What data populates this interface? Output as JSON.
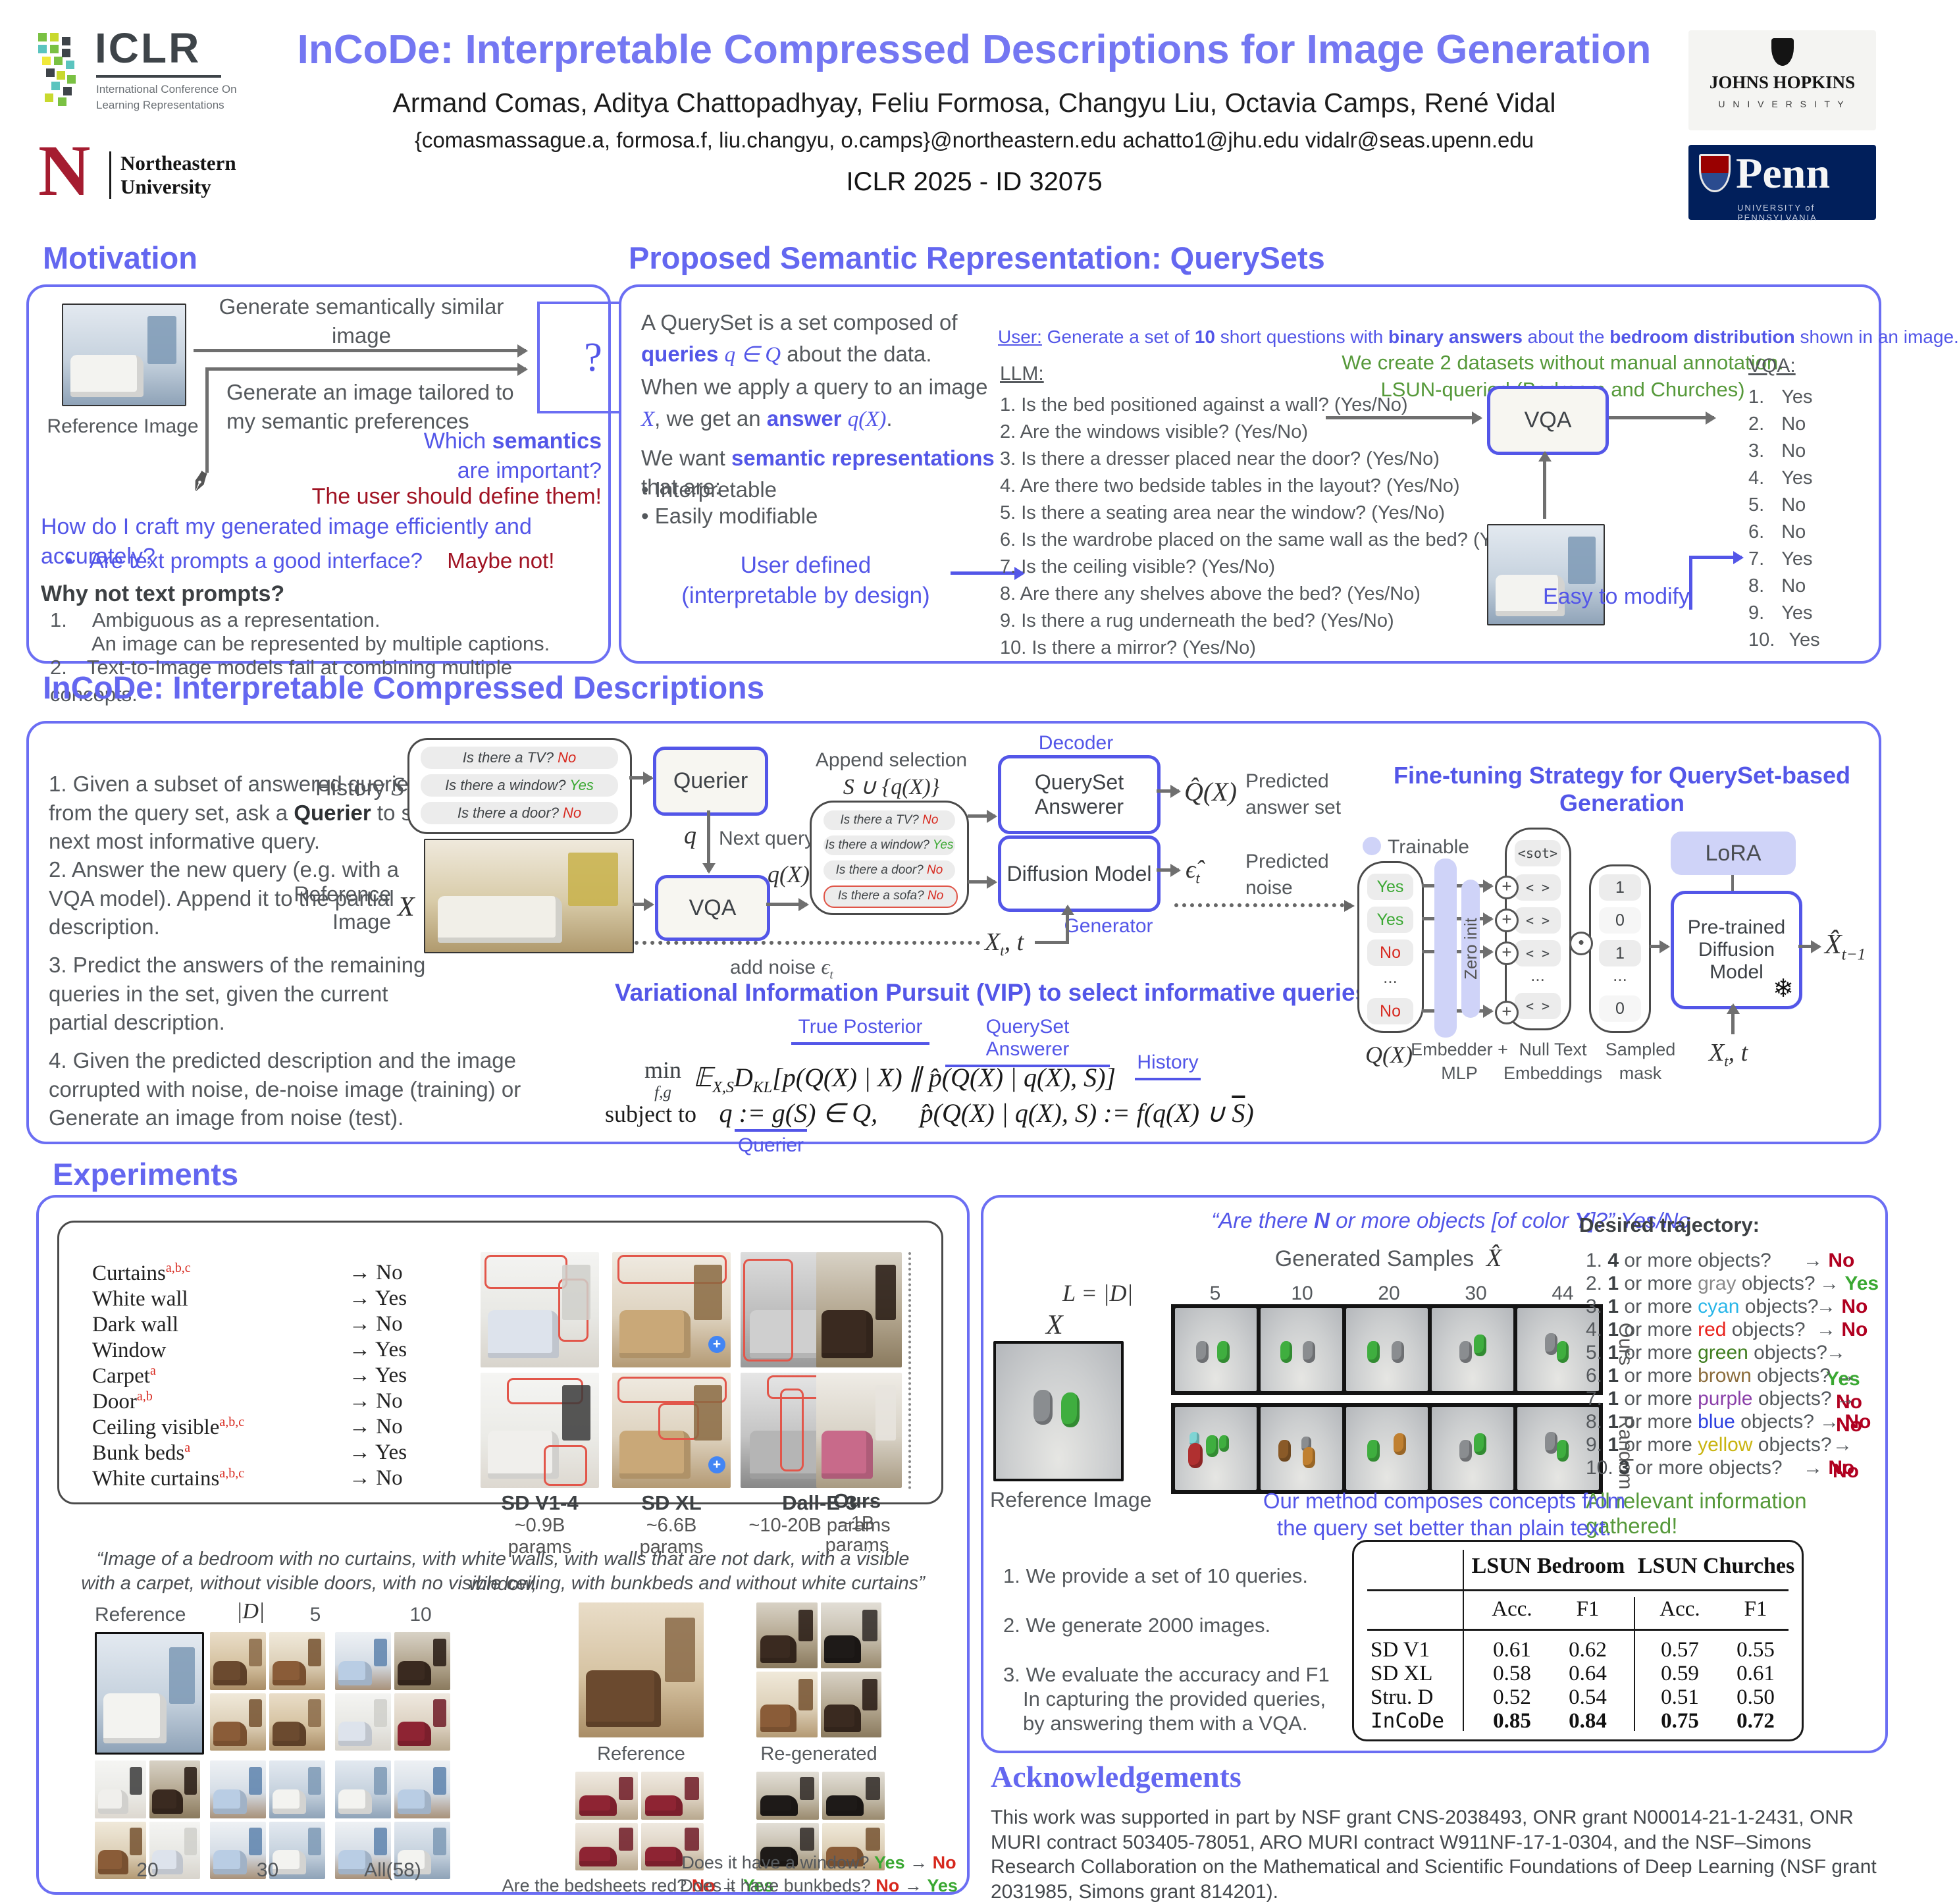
{
  "icons": {
    "arrow": "→",
    "plus": "+",
    "dot": "•",
    "pen": "✒",
    "snowflake": "❄",
    "bullet": "•",
    "upscale": "+"
  },
  "header": {
    "title": "InCoDe: Interpretable Compressed Descriptions for Image Generation",
    "authors": "Armand Comas, Aditya Chattopadhyay, Feliu Formosa, Changyu Liu, Octavia Camps, René Vidal",
    "emails": "{comasmassague.a, formosa.f, liu.changyu, o.camps}@northeastern.edu achatto1@jhu.edu vidalr@seas.upenn.edu",
    "conference": "ICLR 2025 - ID 32075",
    "iclr": {
      "name": "ICLR",
      "sub1": "International Conference On",
      "sub2": "Learning Representations"
    },
    "neu": {
      "n": "N",
      "line1": "Northeastern",
      "line2": "University"
    },
    "jhu": {
      "line1": "JOHNS HOPKINS",
      "line2": "U N I V E R S I T Y"
    },
    "penn": {
      "name": "Penn",
      "sub": "UNIVERSITY of PENNSYLVANIA"
    }
  },
  "motivation": {
    "heading": "Motivation",
    "arrow1": "Generate semantically similar image",
    "arrow2": "Generate an image tailored to my semantic preferences",
    "ref_label": "Reference Image",
    "qmark": "?",
    "which_pre": "Which ",
    "which_bold": "semantics",
    "which_post": "are important?",
    "define": "The user should define them!",
    "craft": "How do I craft my generated image efficiently and accurately?",
    "bullet_q": "Are text prompts a good interface?",
    "maybe": "Maybe not!",
    "why": "Why not text prompts?",
    "n1": "1.",
    "p1a": "Ambiguous as a representation.",
    "p1b": "An image can be represented by multiple captions.",
    "n2": "2.",
    "p2": "Text-to-Image models fail at combining multiple concepts."
  },
  "querysets": {
    "heading": "Proposed Semantic Representation: QuerySets",
    "intro": {
      "p1": "A QuerySet is a set composed of ",
      "p2": "queries",
      "p3": "q ∈ Q",
      "p4": " about the data. When we apply a query to an image ",
      "p5": "X",
      "p6": ", we get an ",
      "p7": "answer",
      "p8": " ",
      "p9": "q(X)",
      "p10": "."
    },
    "want": {
      "p1": "We want ",
      "p2": "semantic representations",
      "p3": " that are:"
    },
    "b1": "Interpretable",
    "b2": "Easily modifiable",
    "userdef1": "User defined",
    "userdef2": "(interpretable by design)",
    "prompt": {
      "u": "User:",
      "p1": " Generate a set of ",
      "b1": "10",
      "p2": " short questions with ",
      "b2": "binary answers",
      "p3": " about the ",
      "b3": "bedroom distribution",
      "p4": " shown in an image."
    },
    "llm": "LLM:",
    "questions": [
      "1. Is the bed positioned against a wall? (Yes/No)",
      "2. Are the windows visible? (Yes/No)",
      "3. Is there a dresser placed near the door? (Yes/No)",
      "4. Are there two bedside tables in the layout? (Yes/No)",
      "5. Is there a seating area near the window? (Yes/No)",
      "6. Is the wardrobe placed on the same wall as the bed? (Yes/No)",
      "7. Is the ceiling visible? (Yes/No)",
      "8. Are there any shelves above the bed? (Yes/No)",
      "9. Is there a rug underneath the bed? (Yes/No)",
      "10. Is there a mirror? (Yes/No)"
    ],
    "note1": "We create 2 datasets without manual annotation.",
    "note2": "LSUN-queried (Bedroom and Churches)",
    "vqa": "VQA",
    "vqa_h": "VQA:",
    "ans": [
      {
        "n": "1.",
        "v": "Yes"
      },
      {
        "n": "2.",
        "v": "No"
      },
      {
        "n": "3.",
        "v": "No"
      },
      {
        "n": "4.",
        "v": "Yes"
      },
      {
        "n": "5.",
        "v": "No"
      },
      {
        "n": "6.",
        "v": "No"
      },
      {
        "n": "7.",
        "v": "Yes"
      },
      {
        "n": "8.",
        "v": "No"
      },
      {
        "n": "9.",
        "v": "Yes"
      },
      {
        "n": "10.",
        "v": "Yes"
      }
    ],
    "easy": "Easy to modify"
  },
  "incode": {
    "heading": "InCoDe: Interpretable Compressed Descriptions",
    "steps": {
      "s1a": "1.  Given a subset of answered queries from the query set, ask a ",
      "s1b": "Querier",
      "s1c": " to select next most informative query.",
      "s2": "2.  Answer the new query (e.g. with a VQA model). Append it to the partial description.",
      "s3": "3.  Predict the answers of the remaining queries in the set, given the current partial description.",
      "s4": "4.  Given the predicted description and the image corrupted with noise, de-noise image (training) or Generate an image from noise (test)."
    },
    "history_label": "History",
    "S": "S",
    "hist": [
      {
        "q": "Is there a TV? ",
        "a": "No",
        "c": "#d7281e"
      },
      {
        "q": "Is there a window? ",
        "a": "Yes",
        "c": "#3aa832"
      },
      {
        "q": "Is there a door? ",
        "a": "No",
        "c": "#d7281e"
      }
    ],
    "querier": "Querier",
    "q": "q",
    "next_query": "Next query",
    "ref1": "Reference",
    "ref2": "Image",
    "X": "X",
    "vqa": "VQA",
    "qx": "q(X)",
    "append1": "Append selection",
    "append2": "S ∪ {q(X)}",
    "sel": [
      {
        "q": "Is there a TV? ",
        "a": "No",
        "c": "#d7281e"
      },
      {
        "q": "Is there a window? ",
        "a": "Yes",
        "c": "#3aa832"
      },
      {
        "q": "Is there a door? ",
        "a": "No",
        "c": "#d7281e"
      },
      {
        "q": "Is there a sofa? ",
        "a": "No",
        "c": "#d7281e"
      }
    ],
    "decoder": "Decoder",
    "qsa": "QuerySet Answerer",
    "qhat": "Q̂(X)",
    "pred_ans1": "Predicted",
    "pred_ans2": "answer set",
    "diffusion": "Diffusion Model",
    "ehat": "ϵ̂",
    "ehat_sub": "t",
    "pred_noise1": "Predicted",
    "pred_noise2": "noise",
    "generator": "Generator",
    "add_noise": "add noise ",
    "eps": "ϵ",
    "eps_sub": "t",
    "xt": "X",
    "xt_sub": "t",
    "xt_rest": ", t",
    "vip": {
      "heading": "Variational Information Pursuit (VIP) to select informative queries",
      "true_post": "True Posterior",
      "qsa": "QuerySet Answerer",
      "history": "History",
      "querier": "Querier",
      "min": "min",
      "minsub": "f,g",
      "E": "𝔼",
      "Esub": "X,S",
      "D": "D",
      "Dsub": "KL",
      "t1": "[p(Q(X) | X) ∥ ",
      "t2": "p̂(Q(X) | q(X), S)]",
      "st": "subject to",
      "c1": "q := g(S) ∈ Q,",
      "c2a": "p̂(Q(X) | q(X), S) := f(q(X) ∪ ",
      "c2b": "S",
      "c2c": ")"
    },
    "ft": {
      "heading": "Fine-tuning Strategy for QuerySet-based Generation",
      "trainable": "Trainable",
      "qx_answers": [
        {
          "t": "Yes",
          "c": "#3aa832"
        },
        {
          "t": "Yes",
          "c": "#3aa832"
        },
        {
          "t": "No",
          "c": "#d7281e"
        },
        {
          "t": "...",
          "c": "#555555"
        },
        {
          "t": "No",
          "c": "#d7281e"
        }
      ],
      "zero_init": "Zero init",
      "sot": "<sot>",
      "tok": "< >",
      "dots": "...",
      "mask": [
        "1",
        "0",
        "1",
        "...",
        "0"
      ],
      "lora": "LoRA",
      "ptdm1": "Pre-trained",
      "ptdm2": "Diffusion",
      "ptdm3": "Model",
      "xhat": "X̂",
      "xhat_sub": "t−1",
      "xt": "X",
      "xt_sub": "t",
      "xt_rest": ", t",
      "lab_qx": "Q(X)",
      "lab_emb1": "Embedder +",
      "lab_emb2": "MLP",
      "lab_null1": "Null Text",
      "lab_null2": "Embeddings",
      "lab_mask1": "Sampled",
      "lab_mask2": "mask"
    }
  },
  "experiments": {
    "heading": "Experiments",
    "attrs": [
      {
        "n": "Curtains",
        "s": "a,b,c",
        "v": "No"
      },
      {
        "n": "White wall",
        "s": "",
        "v": "Yes"
      },
      {
        "n": "Dark wall",
        "s": "",
        "v": "No"
      },
      {
        "n": "Window",
        "s": "",
        "v": "Yes"
      },
      {
        "n": "Carpet",
        "s": "a",
        "v": "Yes"
      },
      {
        "n": "Door",
        "s": "a,b",
        "v": "No"
      },
      {
        "n": "Ceiling visible",
        "s": "a,b,c",
        "v": "No"
      },
      {
        "n": "Bunk beds",
        "s": "a",
        "v": "Yes"
      },
      {
        "n": "White curtains",
        "s": "a,b,c",
        "v": "No"
      }
    ],
    "models": [
      {
        "n": "SD V1-4",
        "p": "~0.9B params"
      },
      {
        "n": "SD XL",
        "p": "~6.6B params"
      },
      {
        "n": "Dall-E 3",
        "p": "~10-20B params"
      },
      {
        "n": "Ours",
        "p": "~1B params"
      }
    ],
    "quote1": "“Image of a bedroom with no curtains, with white walls, with walls that are not dark, with a visible window,",
    "quote2": "with a carpet, without visible doors, with no visible ceiling, with bunkbeds and without white curtains”",
    "g": {
      "reference": "Reference",
      "d": "|D|",
      "c5": "5",
      "c10": "10",
      "c20": "20",
      "c30": "30",
      "call": "All(58)"
    },
    "pair": {
      "ref": "Reference",
      "regen": "Re-generated",
      "rows": [
        {
          "q": "Are the bedsheets red? ",
          "a1": "No",
          "c1": "#d7281e",
          "a2": "Yes",
          "c2": "#3aa832"
        },
        {
          "q": "Does it have a window? ",
          "a1": "Yes",
          "c1": "#3aa832",
          "a2": "No",
          "c2": "#d7281e"
        },
        {
          "q": "Does it have bunkbeds? ",
          "a1": "No",
          "c1": "#d7281e",
          "a2": "Yes",
          "c2": "#3aa832"
        }
      ]
    },
    "right": {
      "q": {
        "p1": "“Are there ",
        "n": "N",
        "p2": " or more objects [of color ",
        "y": "Y",
        "p3": "]?”  Yes/No"
      },
      "gen": "Generated Samples",
      "xhat": "X̂",
      "L": "L = |D|",
      "cols": [
        "5",
        "10",
        "20",
        "30",
        "44"
      ],
      "X": "X",
      "ours": "Ours",
      "random": "Random",
      "ref": "Reference Image",
      "desired": "Desired trajectory:",
      "traj": [
        {
          "n": "1.",
          "b": "4",
          "t1": " or more objects?",
          "cw": "",
          "cc": "#54585c",
          "t2": "",
          "a": "No",
          "ac": "#b00020"
        },
        {
          "n": "2.",
          "b": "1",
          "t1": " or more ",
          "cw": "gray",
          "cc": "#8a8a8a",
          "t2": " objects?",
          "a": "Yes",
          "ac": "#3aa832"
        },
        {
          "n": "3.",
          "b": "1",
          "t1": " or more ",
          "cw": "cyan",
          "cc": "#29b6e8",
          "t2": " objects?",
          "a": "No",
          "ac": "#b00020"
        },
        {
          "n": "4.",
          "b": "1",
          "t1": " or more ",
          "cw": "red",
          "cc": "#e8221c",
          "t2": " objects?",
          "a": "No",
          "ac": "#b00020"
        },
        {
          "n": "5.",
          "b": "1",
          "t1": " or more ",
          "cw": "green",
          "cc": "#3f7d1f",
          "t2": " objects?",
          "a": "Yes",
          "ac": "#3aa832"
        },
        {
          "n": "6.",
          "b": "1",
          "t1": " or more ",
          "cw": "brown",
          "cc": "#8a6b3a",
          "t2": " objects?",
          "a": "No",
          "ac": "#b00020"
        },
        {
          "n": "7.",
          "b": "1",
          "t1": " or more ",
          "cw": "purple",
          "cc": "#8a3fa8",
          "t2": " objects?",
          "a": "No",
          "ac": "#b00020"
        },
        {
          "n": "8.",
          "b": "1",
          "t1": " or more ",
          "cw": "blue",
          "cc": "#2b3fe0",
          "t2": " objects?",
          "a": "No",
          "ac": "#b00020"
        },
        {
          "n": "9.",
          "b": "1",
          "t1": " or more ",
          "cw": "yellow",
          "cc": "#c9b410",
          "t2": " objects?",
          "a": "No",
          "ac": "#b00020"
        },
        {
          "n": "10.",
          "b": "3",
          "t1": " or more objects?",
          "cw": "",
          "cc": "#54585c",
          "t2": "",
          "a": "No",
          "ac": "#b00020"
        }
      ],
      "allinfo": "All relevant information gathered!",
      "compose1": "Our method composes concepts from",
      "compose2": "the query set better than plain text.",
      "step1": "1. We provide a set of 10 queries.",
      "step2": "2. We generate 2000 images.",
      "step3a": "3. We evaluate the accuracy and F1",
      "step3b": "In capturing the provided queries,",
      "step3c": "by answering them with a VQA.",
      "table": {
        "g1": "LSUN Bedroom",
        "g2": "LSUN Churches",
        "acc": "Acc.",
        "f1": "F1",
        "rows": [
          {
            "n": "SD V1",
            "v": [
              "0.61",
              "0.62",
              "0.57",
              "0.55"
            ]
          },
          {
            "n": "SD XL",
            "v": [
              "0.58",
              "0.64",
              "0.59",
              "0.61"
            ]
          },
          {
            "n": "Stru. D",
            "v": [
              "0.52",
              "0.54",
              "0.51",
              "0.50"
            ]
          },
          {
            "n": "InCoDe",
            "v": [
              "0.85",
              "0.84",
              "0.75",
              "0.72"
            ]
          }
        ]
      }
    }
  },
  "ack": {
    "heading": "Acknowledgements",
    "text": "This work was supported in part by NSF grant CNS-2038493, ONR grant N00014-21-1-2431, ONR MURI contract 503405-78051, ARO MURI contract W911NF-17-1-0304, and the NSF–Simons Research Collaboration on the Mathematical and Scientific Foundations of Deep Learning (NSF grant 2031985, Simons grant 814201)."
  }
}
